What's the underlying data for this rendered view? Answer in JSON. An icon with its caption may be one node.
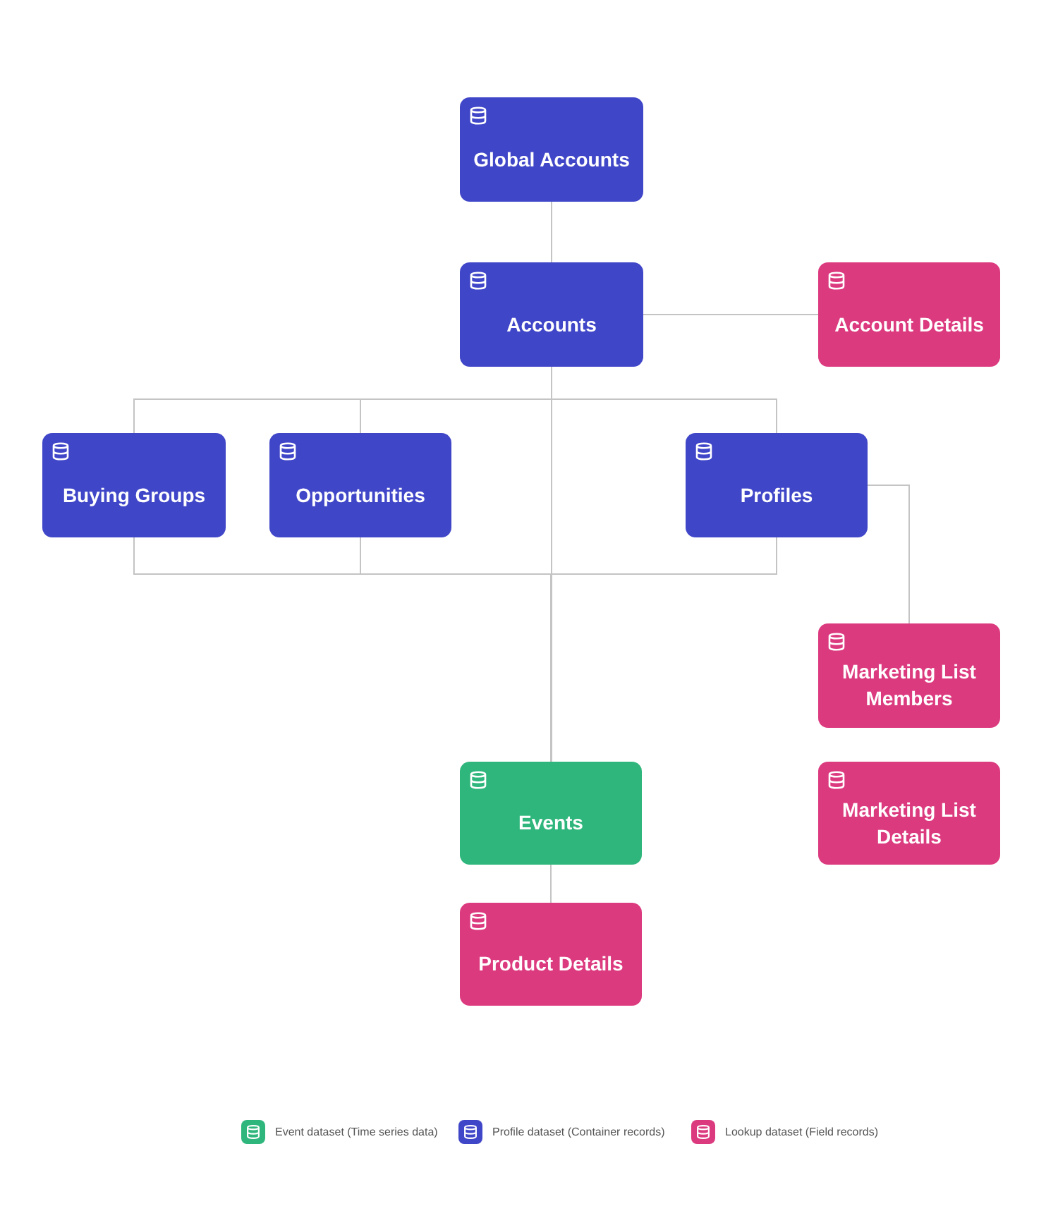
{
  "diagram": {
    "nodes": [
      {
        "text": [
          "Global Accounts"
        ]
      },
      {
        "text": [
          "Accounts"
        ]
      },
      {
        "text": [
          "Account Details"
        ]
      },
      {
        "text": [
          "Buying Groups"
        ]
      },
      {
        "text": [
          "Opportunities"
        ]
      },
      {
        "text": [
          "Profiles"
        ]
      },
      {
        "text": [
          "Marketing List Members"
        ]
      },
      {
        "text": [
          "Marketing List Details"
        ]
      },
      {
        "text": [
          "Events"
        ]
      },
      {
        "text": [
          "Product Details"
        ]
      }
    ],
    "edges": [
      {
        "from": 0,
        "to": 1,
        "arrow": "none"
      },
      {
        "from": 1,
        "to": 2,
        "arrow": "none"
      },
      {
        "from": 1,
        "to": 3,
        "arrow": "none"
      },
      {
        "from": 1,
        "to": 4,
        "arrow": "none"
      },
      {
        "from": 1,
        "to": 5,
        "arrow": "none"
      },
      {
        "from": 1,
        "to": 8,
        "arrow": "none"
      },
      {
        "from": 3,
        "to": 8,
        "arrow": "none"
      },
      {
        "from": 4,
        "to": 8,
        "arrow": "none"
      },
      {
        "from": 5,
        "to": 8,
        "arrow": "none"
      },
      {
        "from": 5,
        "to": 6,
        "arrow": "none"
      },
      {
        "from": 8,
        "to": 9,
        "arrow": "none"
      }
    ],
    "legend": [
      {
        "text": "Event dataset (Time series data)",
        "color": "#2fb67c"
      },
      {
        "text": "Profile dataset (Container records)",
        "color": "#4046c8"
      },
      {
        "text": "Lookup dataset (Field records)",
        "color": "#dc3a7f"
      }
    ]
  }
}
